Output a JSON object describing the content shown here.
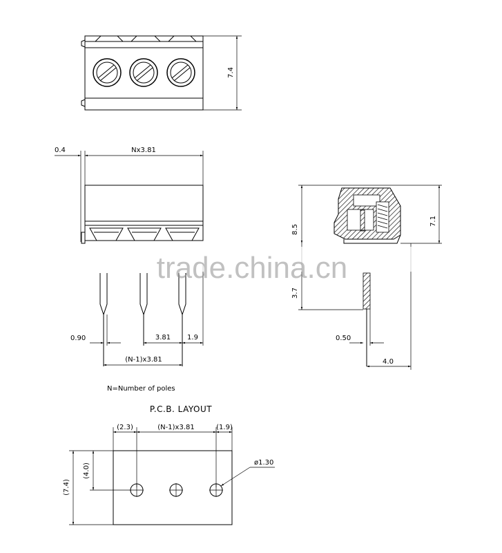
{
  "top_view": {
    "height_label": "7.4"
  },
  "front_view": {
    "pin_gap_label": "0.4",
    "width_label": "Nx3.81",
    "pin_width_label": "0.90",
    "pitch_label": "3.81",
    "edge_label": "1.9",
    "span_label": "(N-1)x3.81",
    "note": "N=Number of poles"
  },
  "side_view": {
    "body_height_label": "8.5",
    "total_height_label": "7.1",
    "pin_length_label": "3.7",
    "pin_width_label": "0.50",
    "offset_label": "4.0"
  },
  "pcb_layout": {
    "title": "P.C.B. LAYOUT",
    "left_margin_label": "(2.3)",
    "span_label": "(N-1)x3.81",
    "right_margin_label": "(1.9)",
    "hole_offset_label": "(4.0)",
    "height_label": "(7.4)",
    "hole_diameter_label": "ø1.30"
  },
  "watermark": "trade.china.cn"
}
